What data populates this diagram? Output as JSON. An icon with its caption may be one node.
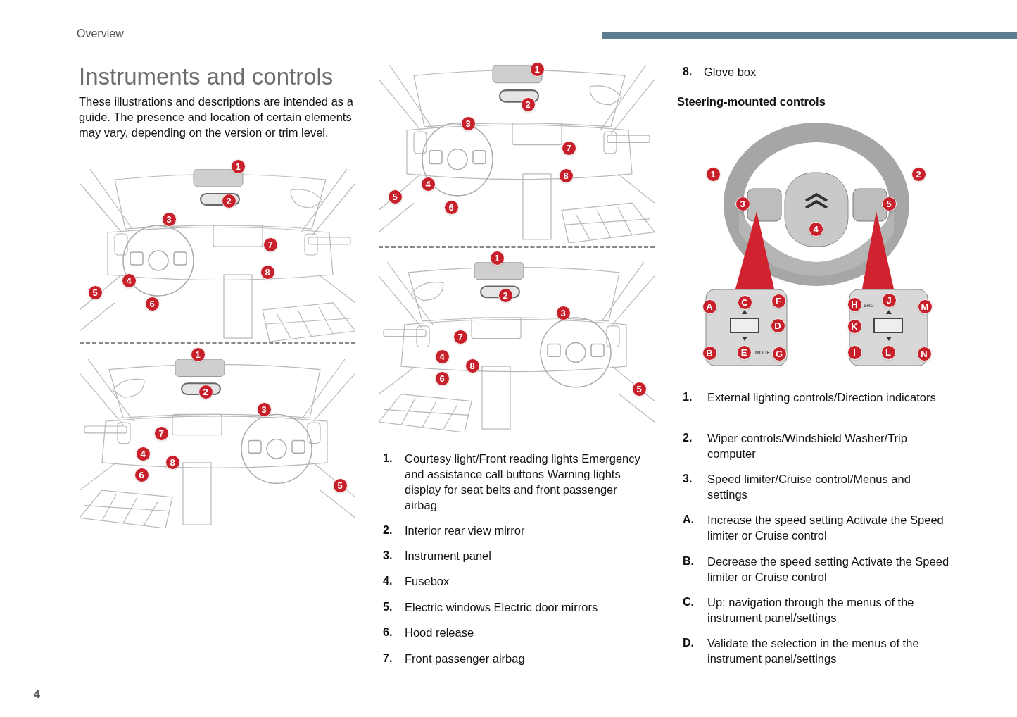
{
  "diagram": {
    "title": "Instruments and controls",
    "labels": [
      "Overview",
      "These illustrations and descriptions are intended as a guide. The presence and location of certain elements may vary, depending on the version or trim level.",
      "1",
      "2",
      "3",
      "4",
      "5",
      "6",
      "7",
      "8",
      "1",
      "2",
      "3",
      "4",
      "5",
      "6",
      "7",
      "8",
      "1",
      "2",
      "3",
      "4",
      "5",
      "6",
      "7",
      "8",
      "1",
      "2",
      "3",
      "4",
      "5",
      "6",
      "7",
      "8",
      "1.",
      "Courtesy light/Front reading lights Emergency and assistance call buttons Warning lights display for seat belts and front passenger airbag",
      "2.",
      "Interior rear view mirror",
      "3.",
      "Instrument panel",
      "4.",
      "Fusebox",
      "5.",
      "Electric windows Electric door mirrors",
      "6.",
      "Hood release",
      "7.",
      "Front passenger airbag",
      "8.",
      "Glove box",
      "Steering-mounted controls",
      "1",
      "2",
      "3",
      "4",
      "5",
      "A",
      "C",
      "F",
      "D",
      "B",
      "E",
      "G",
      "H",
      "J",
      "M",
      "K",
      "I",
      "L",
      "N",
      "MODE",
      "SRC",
      "1.",
      "External lighting controls/Direction indicators",
      "2.",
      "Wiper controls/Windshield Washer/Trip computer",
      "3.",
      "Speed limiter/Cruise control/Menus and settings",
      "A.",
      "Increase the speed setting Activate the Speed limiter or Cruise control",
      "B.",
      "Decrease the speed setting Activate the Speed limiter or Cruise control",
      "C.",
      "Up: navigation through the menus of the instrument panel/settings",
      "D.",
      "Validate the selection in the menus of the instrument panel/settings",
      "4"
    ]
  }
}
